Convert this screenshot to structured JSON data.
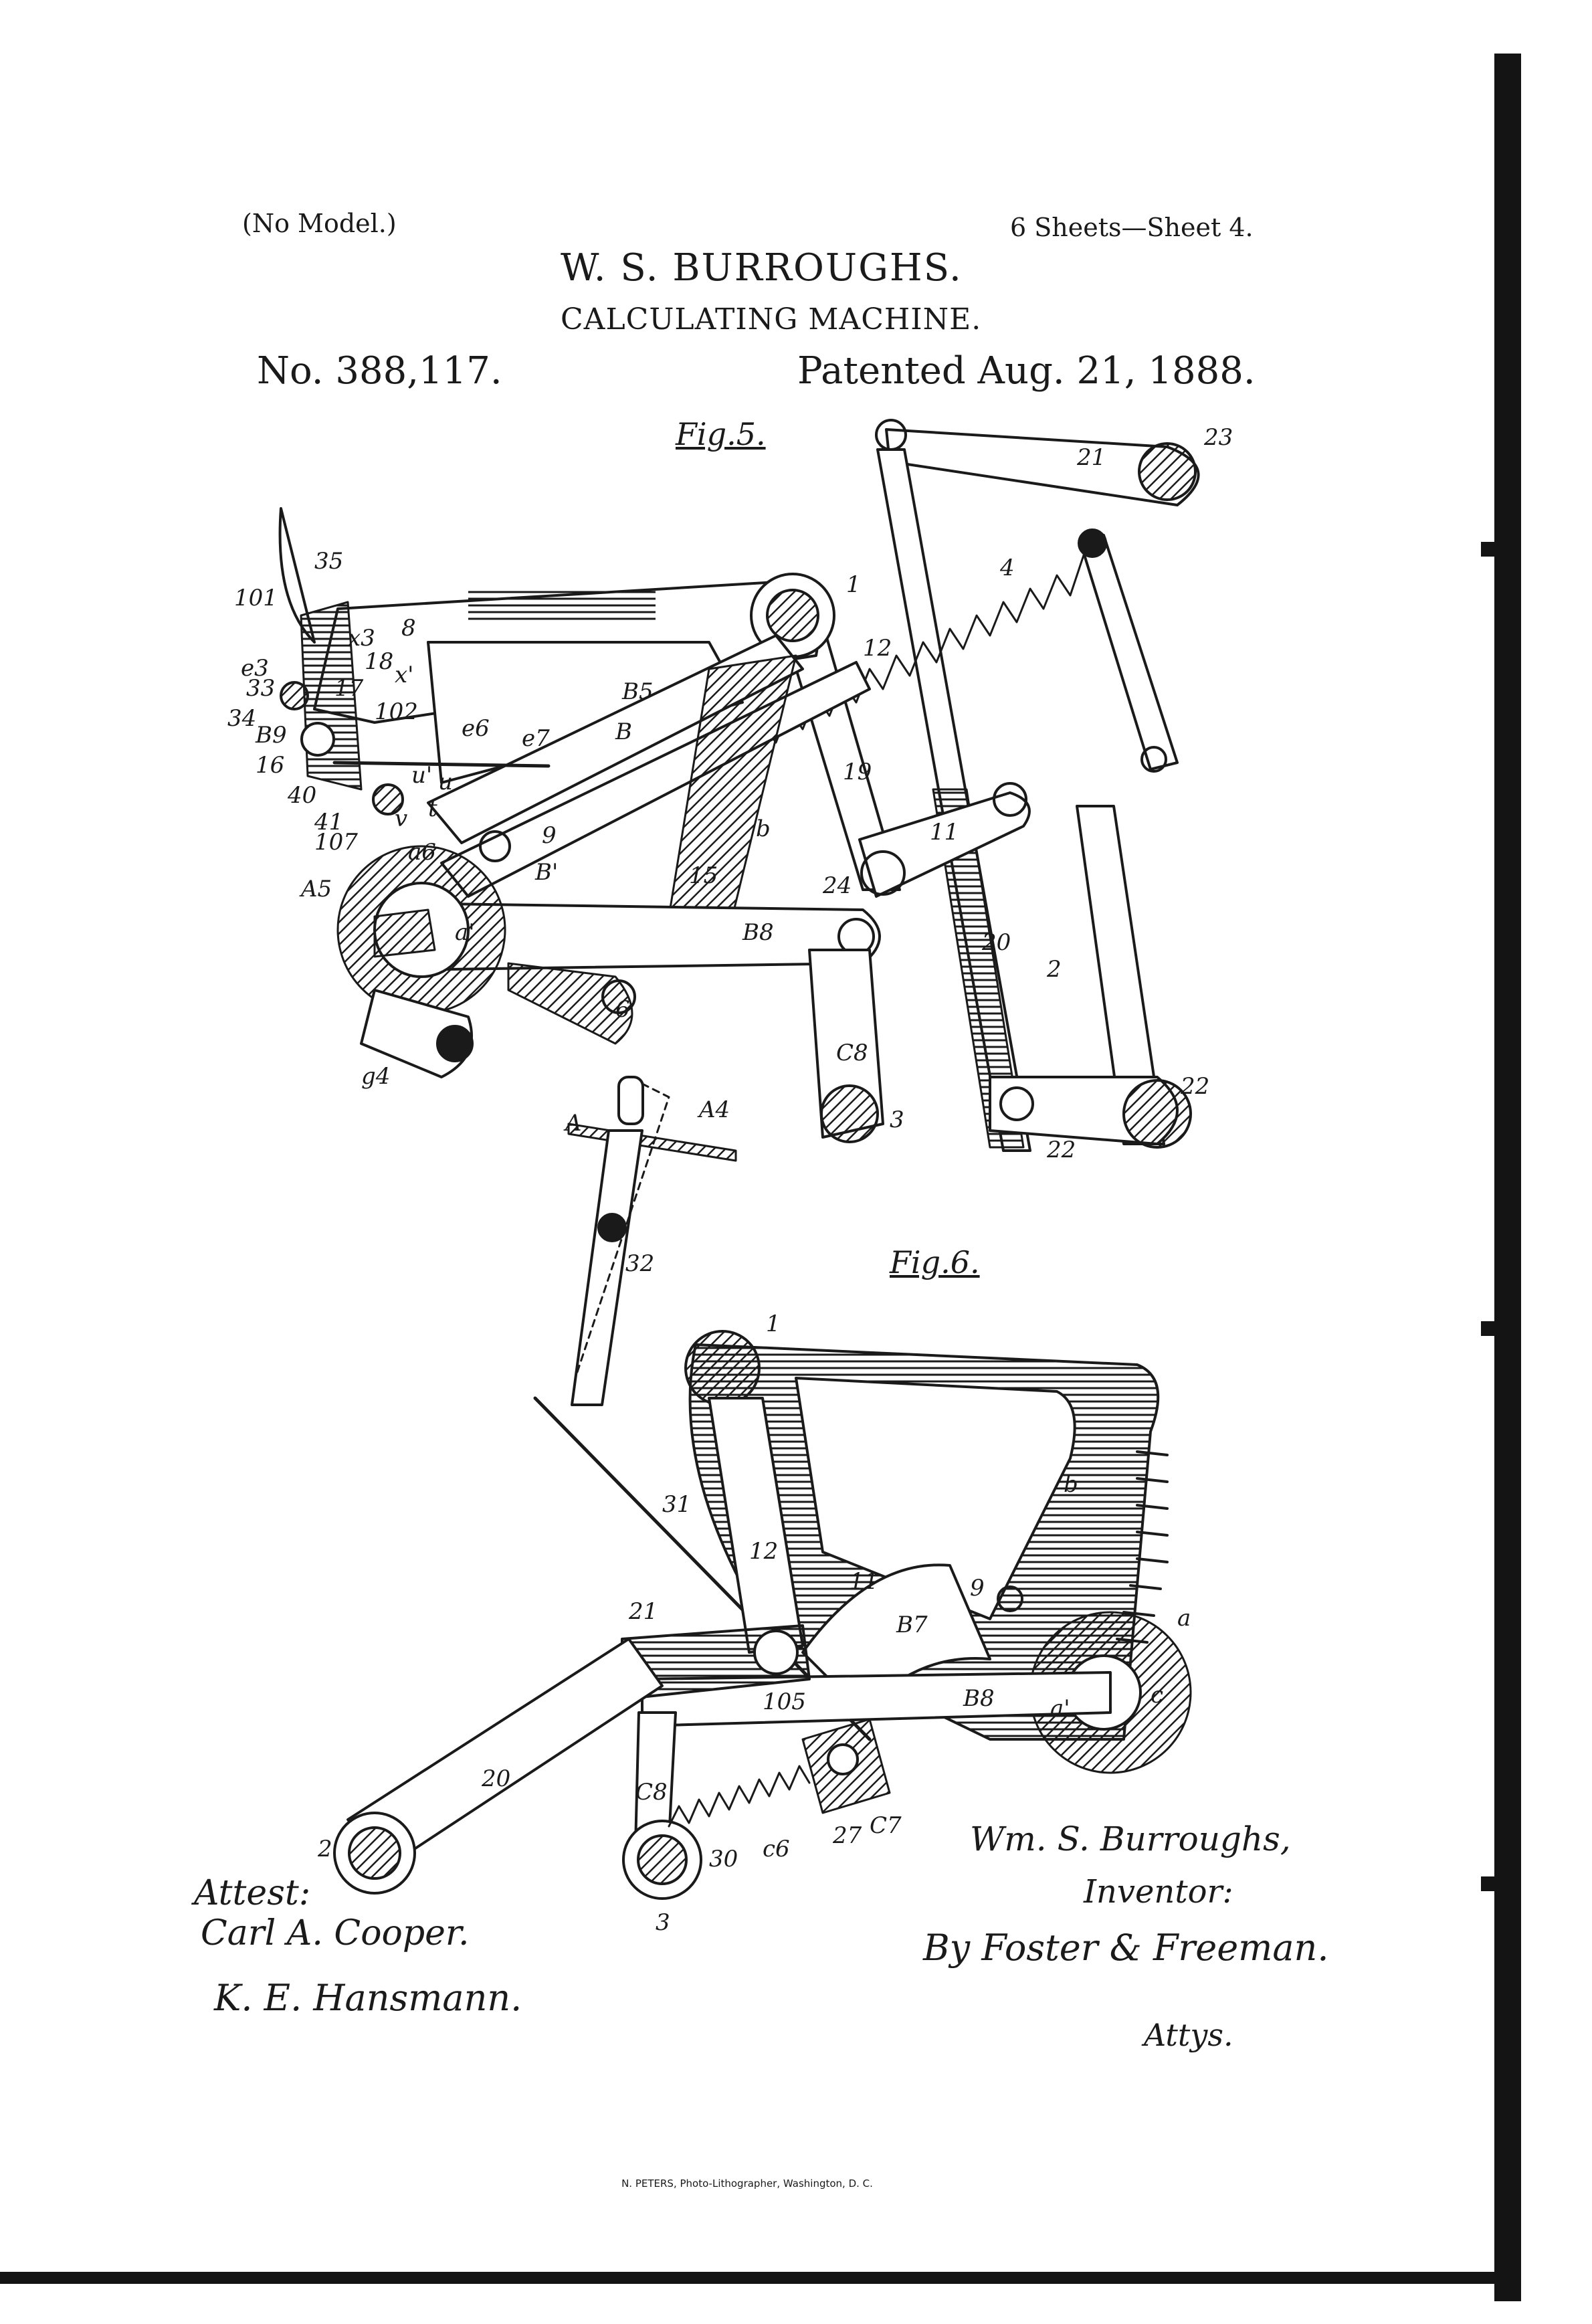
{
  "header": {
    "model_note": "(No Model.)",
    "sheets": "6 Sheets—Sheet 4.",
    "inventor_name": "W. S. BURROUGHS.",
    "title": "CALCULATING MACHINE.",
    "patent_number": "No. 388,117.",
    "patent_date": "Patented Aug. 21, 1888."
  },
  "figures": [
    {
      "label": "Fig.5.",
      "part_labels": [
        "35",
        "101",
        "e3",
        "33",
        "34",
        "B9",
        "16",
        "40",
        "41",
        "107",
        "A5",
        "g4",
        "8",
        "x3",
        "18",
        "17",
        "x'",
        "102",
        "e6",
        "e7",
        "u'",
        "u",
        "v",
        "t",
        "a6",
        "1",
        "B5",
        "B",
        "12",
        "9",
        "B'",
        "b",
        "15",
        "a'",
        "6",
        "B8",
        "C8",
        "3",
        "19",
        "4",
        "23",
        "21",
        "11",
        "24",
        "20",
        "2",
        "22"
      ]
    },
    {
      "label": "Fig.6.",
      "part_labels": [
        "A",
        "A4",
        "32",
        "31",
        "1",
        "b",
        "12",
        "11",
        "B7",
        "9",
        "a",
        "21",
        "105",
        "B8",
        "a'",
        "c",
        "20",
        "2",
        "C8",
        "30",
        "c6",
        "27",
        "C7",
        "3"
      ]
    }
  ],
  "signatures": {
    "attest_label": "Attest:",
    "witness_1": "Carl A. Cooper.",
    "witness_2": "K. E. Hansmann.",
    "inventor_signature": "Wm. S. Burroughs,",
    "inventor_label": "Inventor:",
    "attorney_signature": "By Foster & Freeman.",
    "attorney_label": "Attys."
  },
  "footer": {
    "lithographer": "N. PETERS, Photo-Lithographer, Washington, D. C."
  }
}
